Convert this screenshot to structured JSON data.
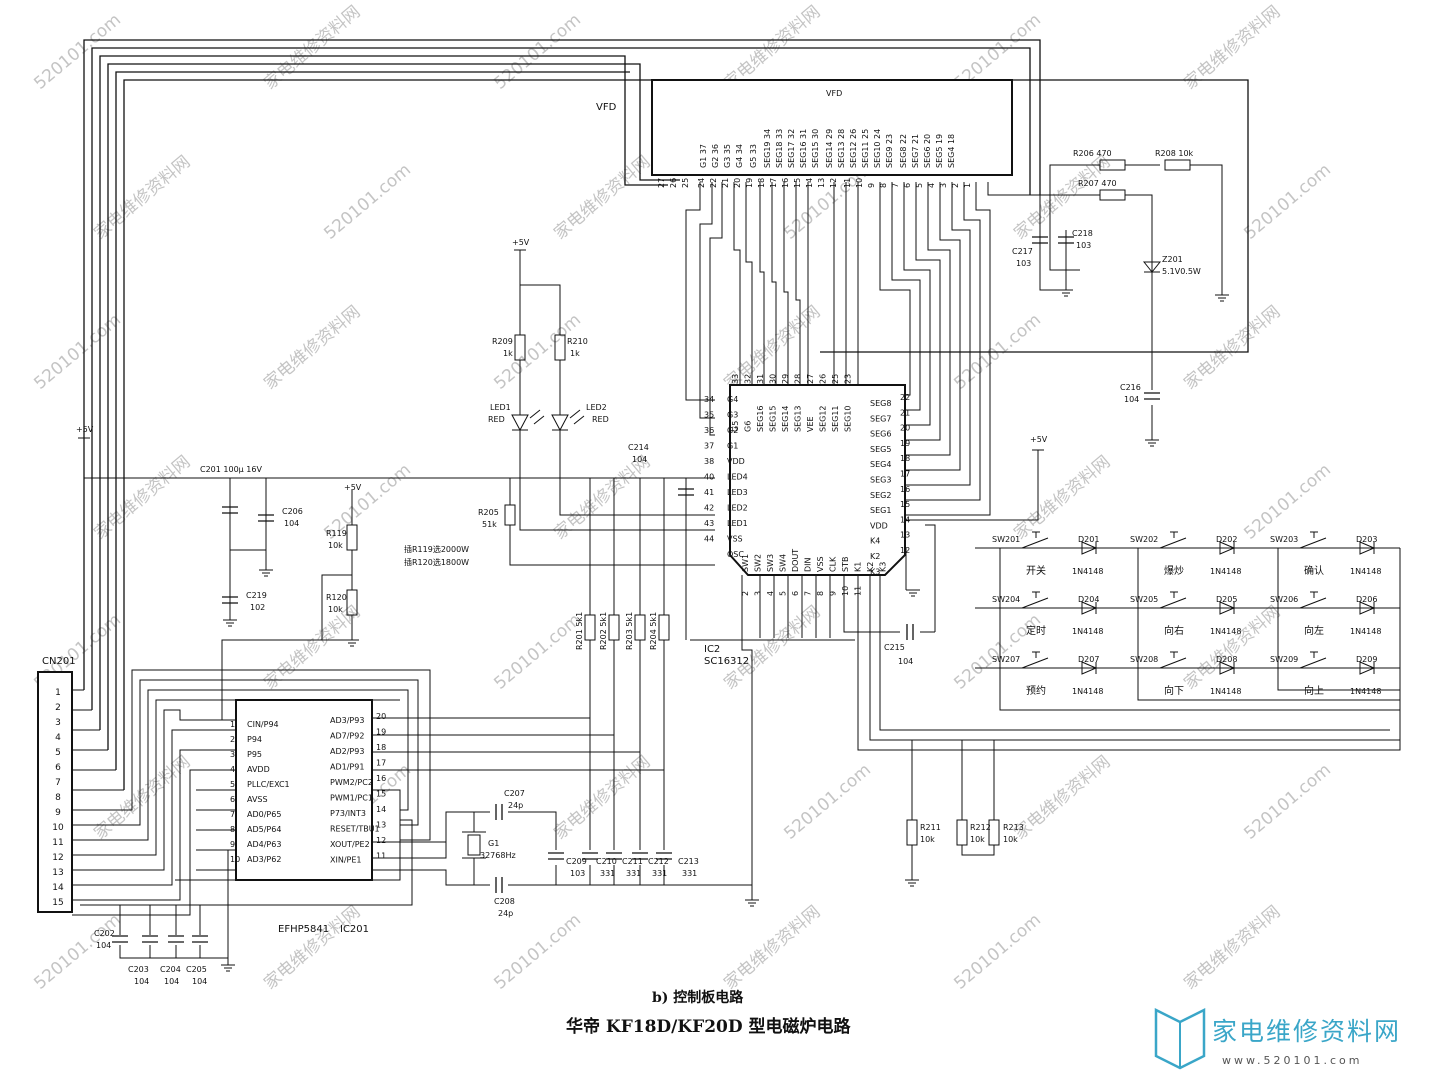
{
  "vfd": {
    "label": "VFD",
    "title": "VFD",
    "pins": [
      "G1 37",
      "G2 36",
      "G3 35",
      "G4 34",
      "G5 33",
      "SEG19 34",
      "SEG18 33",
      "SEG17 32",
      "SEG16 31",
      "SEG15 30",
      "SEG14 29",
      "SEG13 28",
      "SEG12 26",
      "SEG11 25",
      "SEG10 24",
      "SEG9 23",
      "SEG8 22",
      "SEG7 21",
      "SEG6 20",
      "SEG5 19",
      "SEG4 18"
    ],
    "pin_numbers": [
      "27",
      "26",
      "25",
      "24",
      "22",
      "21",
      "20",
      "19",
      "18",
      "17",
      "16",
      "15",
      "14",
      "13",
      "12",
      "11",
      "10",
      "9",
      "8",
      "7",
      "6",
      "5",
      "4",
      "3",
      "2",
      "1"
    ]
  },
  "ic2": {
    "name": "IC2",
    "part": "SC16312",
    "left_pins": [
      {
        "num": "34",
        "name": "G4"
      },
      {
        "num": "35",
        "name": "G3"
      },
      {
        "num": "36",
        "name": "G2"
      },
      {
        "num": "37",
        "name": "G1"
      },
      {
        "num": "38",
        "name": "VDD"
      },
      {
        "num": "40",
        "name": "LED4"
      },
      {
        "num": "41",
        "name": "LED3"
      },
      {
        "num": "42",
        "name": "LED2"
      },
      {
        "num": "43",
        "name": "LED1"
      },
      {
        "num": "44",
        "name": "VSS"
      },
      {
        "num": "",
        "name": "OSC"
      }
    ],
    "right_pins": [
      {
        "num": "22",
        "name": "SEG8"
      },
      {
        "num": "21",
        "name": "SEG7"
      },
      {
        "num": "20",
        "name": "SEG6"
      },
      {
        "num": "19",
        "name": "SEG5"
      },
      {
        "num": "18",
        "name": "SEG4"
      },
      {
        "num": "17",
        "name": "SEG3"
      },
      {
        "num": "16",
        "name": "SEG2"
      },
      {
        "num": "15",
        "name": "SEG1"
      },
      {
        "num": "14",
        "name": "VDD"
      },
      {
        "num": "13",
        "name": "K4"
      },
      {
        "num": "12",
        "name": "K2"
      },
      {
        "num": "",
        "name": "K3"
      }
    ],
    "top_pins": [
      {
        "num": "33",
        "name": "G5"
      },
      {
        "num": "32",
        "name": "G6"
      },
      {
        "num": "31",
        "name": "SEG16"
      },
      {
        "num": "30",
        "name": "SEG15"
      },
      {
        "num": "29",
        "name": "SEG14"
      },
      {
        "num": "28",
        "name": "SEG13"
      },
      {
        "num": "27",
        "name": "VEE"
      },
      {
        "num": "26",
        "name": "SEG12"
      },
      {
        "num": "25",
        "name": "SEG11"
      },
      {
        "num": "23",
        "name": "SEG10"
      }
    ],
    "bottom_pins": [
      {
        "num": "2",
        "name": "SW1"
      },
      {
        "num": "3",
        "name": "SW2"
      },
      {
        "num": "4",
        "name": "SW3"
      },
      {
        "num": "5",
        "name": "SW4"
      },
      {
        "num": "6",
        "name": "DOUT"
      },
      {
        "num": "7",
        "name": "DIN"
      },
      {
        "num": "8",
        "name": "VSS"
      },
      {
        "num": "9",
        "name": "CLK"
      },
      {
        "num": "10",
        "name": "STB"
      },
      {
        "num": "11",
        "name": "K1"
      },
      {
        "num": "",
        "name": "K2"
      },
      {
        "num": "",
        "name": "K3"
      }
    ]
  },
  "ic201": {
    "part": "EFHP5841",
    "name": "IC201",
    "left_pins": [
      {
        "num": "1",
        "name": "CIN/P94"
      },
      {
        "num": "2",
        "name": "P94"
      },
      {
        "num": "3",
        "name": "P95"
      },
      {
        "num": "4",
        "name": "AVDD"
      },
      {
        "num": "5",
        "name": "PLLC/EXC1"
      },
      {
        "num": "6",
        "name": "AVSS"
      },
      {
        "num": "7",
        "name": "AD0/P65"
      },
      {
        "num": "8",
        "name": "AD5/P64"
      },
      {
        "num": "9",
        "name": "AD4/P63"
      },
      {
        "num": "10",
        "name": "AD3/P62"
      }
    ],
    "right_pins": [
      {
        "num": "20",
        "name": "AD3/P93"
      },
      {
        "num": "19",
        "name": "AD7/P92"
      },
      {
        "num": "18",
        "name": "AD2/P93"
      },
      {
        "num": "17",
        "name": "AD1/P91"
      },
      {
        "num": "16",
        "name": "PWM2/PC2"
      },
      {
        "num": "15",
        "name": "PWM1/PC1"
      },
      {
        "num": "14",
        "name": "P73/INT3"
      },
      {
        "num": "13",
        "name": "RESET/TBU1"
      },
      {
        "num": "12",
        "name": "XOUT/PE2"
      },
      {
        "num": "11",
        "name": "XIN/PE1"
      }
    ]
  },
  "connector": {
    "name": "CN201",
    "pins": [
      "1",
      "2",
      "3",
      "4",
      "5",
      "6",
      "7",
      "8",
      "9",
      "10",
      "11",
      "12",
      "13",
      "14",
      "15"
    ]
  },
  "power": {
    "label": "+5V"
  },
  "leds": [
    {
      "ref": "LED1",
      "color": "RED"
    },
    {
      "ref": "LED2",
      "color": "RED"
    }
  ],
  "resistors": [
    {
      "ref": "R209",
      "value": "1k"
    },
    {
      "ref": "R210",
      "value": "1k"
    },
    {
      "ref": "R205",
      "value": "51k"
    },
    {
      "ref": "R119",
      "value": "10k"
    },
    {
      "ref": "R120",
      "value": "10k"
    },
    {
      "ref": "R201",
      "value": "5k1"
    },
    {
      "ref": "R202",
      "value": "5k1"
    },
    {
      "ref": "R203",
      "value": "5k1"
    },
    {
      "ref": "R204",
      "value": "5k1"
    },
    {
      "ref": "R206",
      "value": "470"
    },
    {
      "ref": "R207",
      "value": "470"
    },
    {
      "ref": "R208",
      "value": "10k"
    },
    {
      "ref": "R211",
      "value": "10k"
    },
    {
      "ref": "R212",
      "value": "10k"
    },
    {
      "ref": "R213",
      "value": "10k"
    }
  ],
  "capacitors": [
    {
      "ref": "C201",
      "value": "100μ 16V"
    },
    {
      "ref": "C206",
      "value": "104"
    },
    {
      "ref": "C219",
      "value": "102"
    },
    {
      "ref": "C214",
      "value": "104"
    },
    {
      "ref": "C215",
      "value": "104"
    },
    {
      "ref": "C216",
      "value": "104"
    },
    {
      "ref": "C217",
      "value": "103"
    },
    {
      "ref": "C218",
      "value": "103"
    },
    {
      "ref": "C207",
      "value": "24p"
    },
    {
      "ref": "C208",
      "value": "24p"
    },
    {
      "ref": "C209",
      "value": "103"
    },
    {
      "ref": "C210",
      "value": "331"
    },
    {
      "ref": "C211",
      "value": "331"
    },
    {
      "ref": "C212",
      "value": "331"
    },
    {
      "ref": "C213",
      "value": "331"
    },
    {
      "ref": "C202",
      "value": "104"
    },
    {
      "ref": "C203",
      "value": "104"
    },
    {
      "ref": "C204",
      "value": "104"
    },
    {
      "ref": "C205",
      "value": "104"
    }
  ],
  "zener": {
    "ref": "Z201",
    "value": "5.1V0.5W"
  },
  "crystal": {
    "ref": "G1",
    "value": "32768Hz"
  },
  "note": [
    "插R119选2000W",
    "插R120选1800W"
  ],
  "switches": [
    {
      "ref": "SW201",
      "label": "开关",
      "diode": "D201",
      "diode_part": "1N4148"
    },
    {
      "ref": "SW202",
      "label": "爆炒",
      "diode": "D202",
      "diode_part": "1N4148"
    },
    {
      "ref": "SW203",
      "label": "确认",
      "diode": "D203",
      "diode_part": "1N4148"
    },
    {
      "ref": "SW204",
      "label": "定时",
      "diode": "D204",
      "diode_part": "1N4148"
    },
    {
      "ref": "SW205",
      "label": "向右",
      "diode": "D205",
      "diode_part": "1N4148"
    },
    {
      "ref": "SW206",
      "label": "向左",
      "diode": "D206",
      "diode_part": "1N4148"
    },
    {
      "ref": "SW207",
      "label": "预约",
      "diode": "D207",
      "diode_part": "1N4148"
    },
    {
      "ref": "SW208",
      "label": "向下",
      "diode": "D208",
      "diode_part": "1N4148"
    },
    {
      "ref": "SW209",
      "label": "向上",
      "diode": "D209",
      "diode_part": "1N4148"
    }
  ],
  "caption": {
    "subtitle": "b) 控制板电路",
    "title": "华帝 KF18D/KF20D 型电磁炉电路"
  },
  "watermark": {
    "text": "家电维修资料网",
    "domain": "520101.com"
  },
  "logo": {
    "cn": "家电维修资料网",
    "url": "www.520101.com"
  }
}
